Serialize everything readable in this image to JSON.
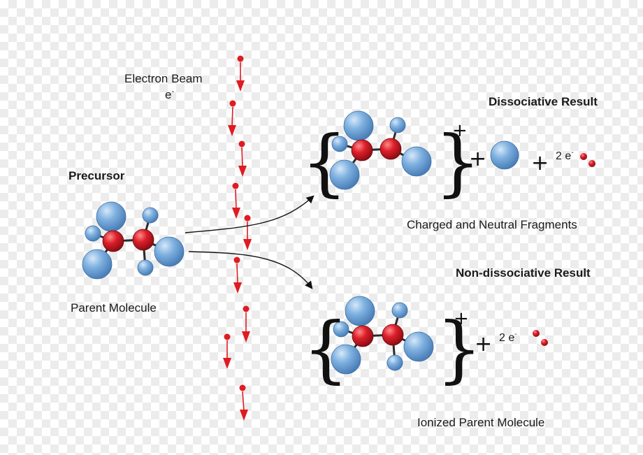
{
  "labels": {
    "electron_beam": "Electron Beam",
    "electron_symbol": "e",
    "electron_charge": "-",
    "precursor": "Precursor",
    "parent_molecule": "Parent Molecule",
    "dissociative_result": "Dissociative Result",
    "charged_neutral": "Charged and Neutral Fragments",
    "non_dissociative_result": "Non-dissociative Result",
    "ionized_parent": "Ionized Parent Molecule",
    "plus": "+",
    "two_electrons": "2 e",
    "open_brace": "{",
    "close_brace": "}"
  },
  "colors": {
    "carbon_atom": "#d7202a",
    "hydrogen_atom": "#6ea3d8",
    "electron": "#e01b22",
    "bond": "#2b2b2b",
    "text": "#1a1a1a"
  }
}
